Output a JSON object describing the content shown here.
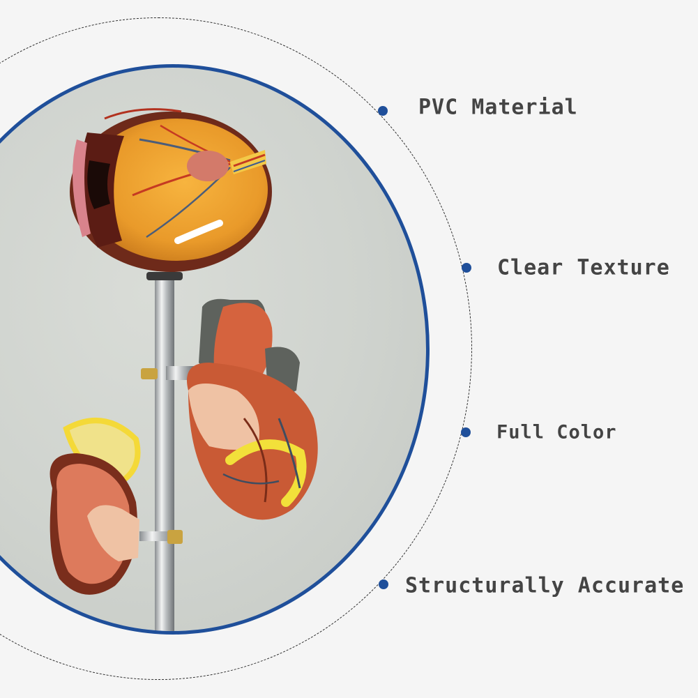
{
  "features": [
    {
      "label": "PVC Material"
    },
    {
      "label": "Clear Texture"
    },
    {
      "label": "Full Color"
    },
    {
      "label": "Structurally Accurate"
    }
  ],
  "colors": {
    "accent_blue": "#1f4f9a",
    "label_text": "#444444",
    "background": "#f5f5f5"
  },
  "illustration": {
    "subjects": [
      "eye-model",
      "heart-model",
      "kidney-model",
      "stand-pole"
    ]
  }
}
